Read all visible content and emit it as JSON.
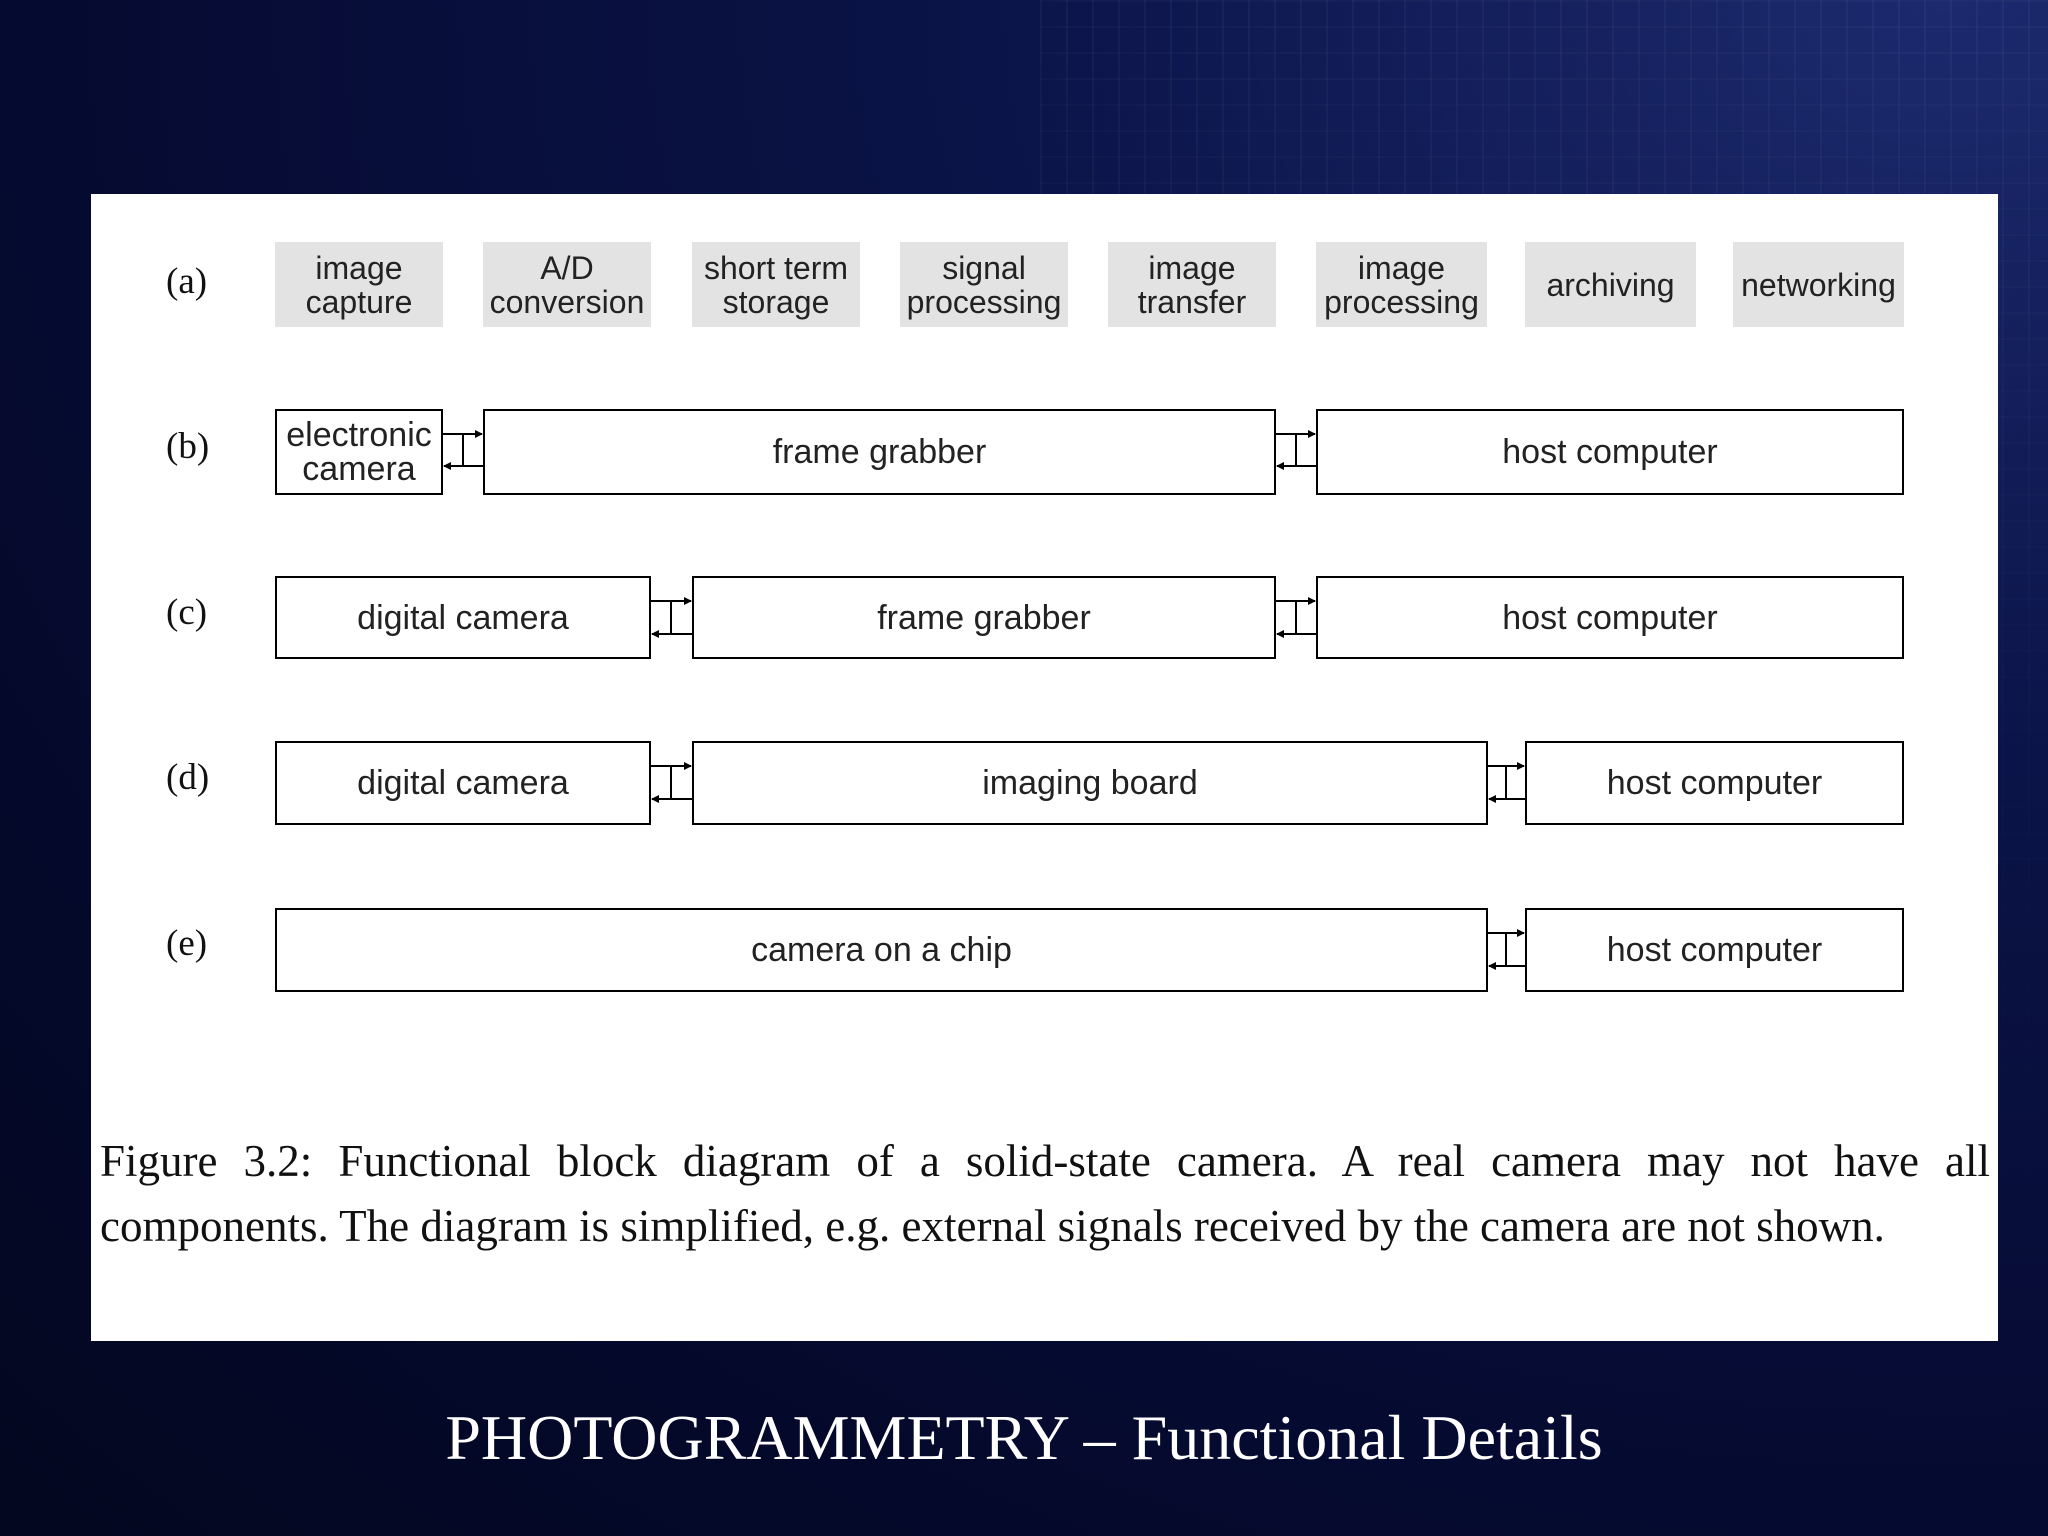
{
  "slide_title": "PHOTOGRAMMETRY – Functional Details",
  "row_labels": {
    "a": "(a)",
    "b": "(b)",
    "c": "(c)",
    "d": "(d)",
    "e": "(e)"
  },
  "row_a": [
    "image\ncapture",
    "A/D\nconversion",
    "short term\nstorage",
    "signal\nprocessing",
    "image\ntransfer",
    "image\nprocessing",
    "archiving",
    "networking"
  ],
  "row_b": [
    "electronic\ncamera",
    "frame grabber",
    "host computer"
  ],
  "row_c": [
    "digital camera",
    "frame grabber",
    "host computer"
  ],
  "row_d": [
    "digital camera",
    "imaging board",
    "host computer"
  ],
  "row_e": [
    "camera on a chip",
    "host computer"
  ],
  "caption": "Figure 3.2: Functional block diagram of a solid-state camera. A real camera may not have all components. The diagram is simplified, e.g. external signals received by the camera are not shown."
}
